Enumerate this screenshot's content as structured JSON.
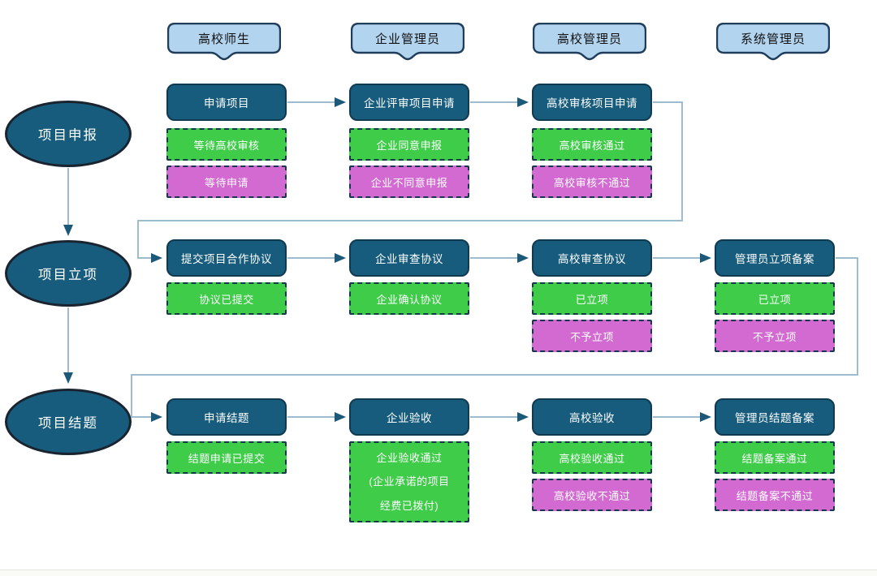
{
  "colors": {
    "step_fill": "#175C7C",
    "step_border": "#103A50",
    "phase_fill": "#175C7C",
    "phase_border": "#1A2430",
    "success_fill": "#3ECC49",
    "fail_fill": "#D26AD2",
    "status_border": "#16384C",
    "lane_fill": "#B3D4EE",
    "lane_border": "#203E5C",
    "connector_line": "#9FBCCE",
    "arrowhead": "#1C5878",
    "text_on_dark": "#FFFFFF",
    "text_on_lane": "#111111"
  },
  "lanes": [
    {
      "label": "高校师生"
    },
    {
      "label": "企业管理员"
    },
    {
      "label": "高校管理员"
    },
    {
      "label": "系统管理员"
    }
  ],
  "phases": [
    {
      "label": "项目申报"
    },
    {
      "label": "项目立项"
    },
    {
      "label": "项目结题"
    }
  ],
  "steps": {
    "r1c1": {
      "title": "申请项目",
      "success": "等待高校审核",
      "fail": "等待申请"
    },
    "r1c2": {
      "title": "企业评审项目申请",
      "success": "企业同意申报",
      "fail": "企业不同意申报"
    },
    "r1c3": {
      "title": "高校审核项目申请",
      "success": "高校审核通过",
      "fail": "高校审核不通过"
    },
    "r2c1": {
      "title": "提交项目合作协议",
      "success": "协议已提交"
    },
    "r2c2": {
      "title": "企业审查协议",
      "success": "企业确认协议"
    },
    "r2c3": {
      "title": "高校审查协议",
      "success": "已立项",
      "fail": "不予立项"
    },
    "r2c4": {
      "title": "管理员立项备案",
      "success": "已立项",
      "fail": "不予立项"
    },
    "r3c1": {
      "title": "申请结题",
      "success": "结题申请已提交"
    },
    "r3c2": {
      "title": "企业验收",
      "success": "企业验收通过\n(企业承诺的项目\n经费已拨付)"
    },
    "r3c3": {
      "title": "高校验收",
      "success": "高校验收通过",
      "fail": "高校验收不通过"
    },
    "r3c4": {
      "title": "管理员结题备案",
      "success": "结题备案通过",
      "fail": "结题备案不通过"
    }
  }
}
